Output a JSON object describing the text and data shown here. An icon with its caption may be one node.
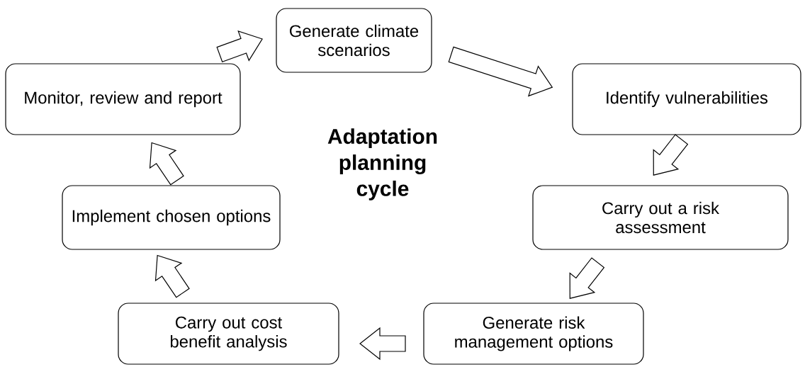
{
  "diagram": {
    "title": "Adaptation planning cycle",
    "nodes": [
      {
        "text": [
          "Generate climate scenarios"
        ]
      },
      {
        "text": [
          "Identify vulnerabilities"
        ]
      },
      {
        "text": [
          "Carry out a risk assessment"
        ]
      },
      {
        "text": [
          "Generate risk management options"
        ]
      },
      {
        "text": [
          "Carry out cost benefit analysis"
        ]
      },
      {
        "text": [
          "Implement chosen options"
        ]
      },
      {
        "text": [
          "Monitor, review and report"
        ]
      }
    ],
    "edges": [
      {
        "from": 6,
        "to": 0,
        "arrow": "to"
      },
      {
        "from": 0,
        "to": 1,
        "arrow": "to"
      },
      {
        "from": 1,
        "to": 2,
        "arrow": "to"
      },
      {
        "from": 2,
        "to": 3,
        "arrow": "to"
      },
      {
        "from": 3,
        "to": 4,
        "arrow": "to"
      },
      {
        "from": 4,
        "to": 5,
        "arrow": "to"
      },
      {
        "from": 5,
        "to": 6,
        "arrow": "to"
      }
    ]
  }
}
